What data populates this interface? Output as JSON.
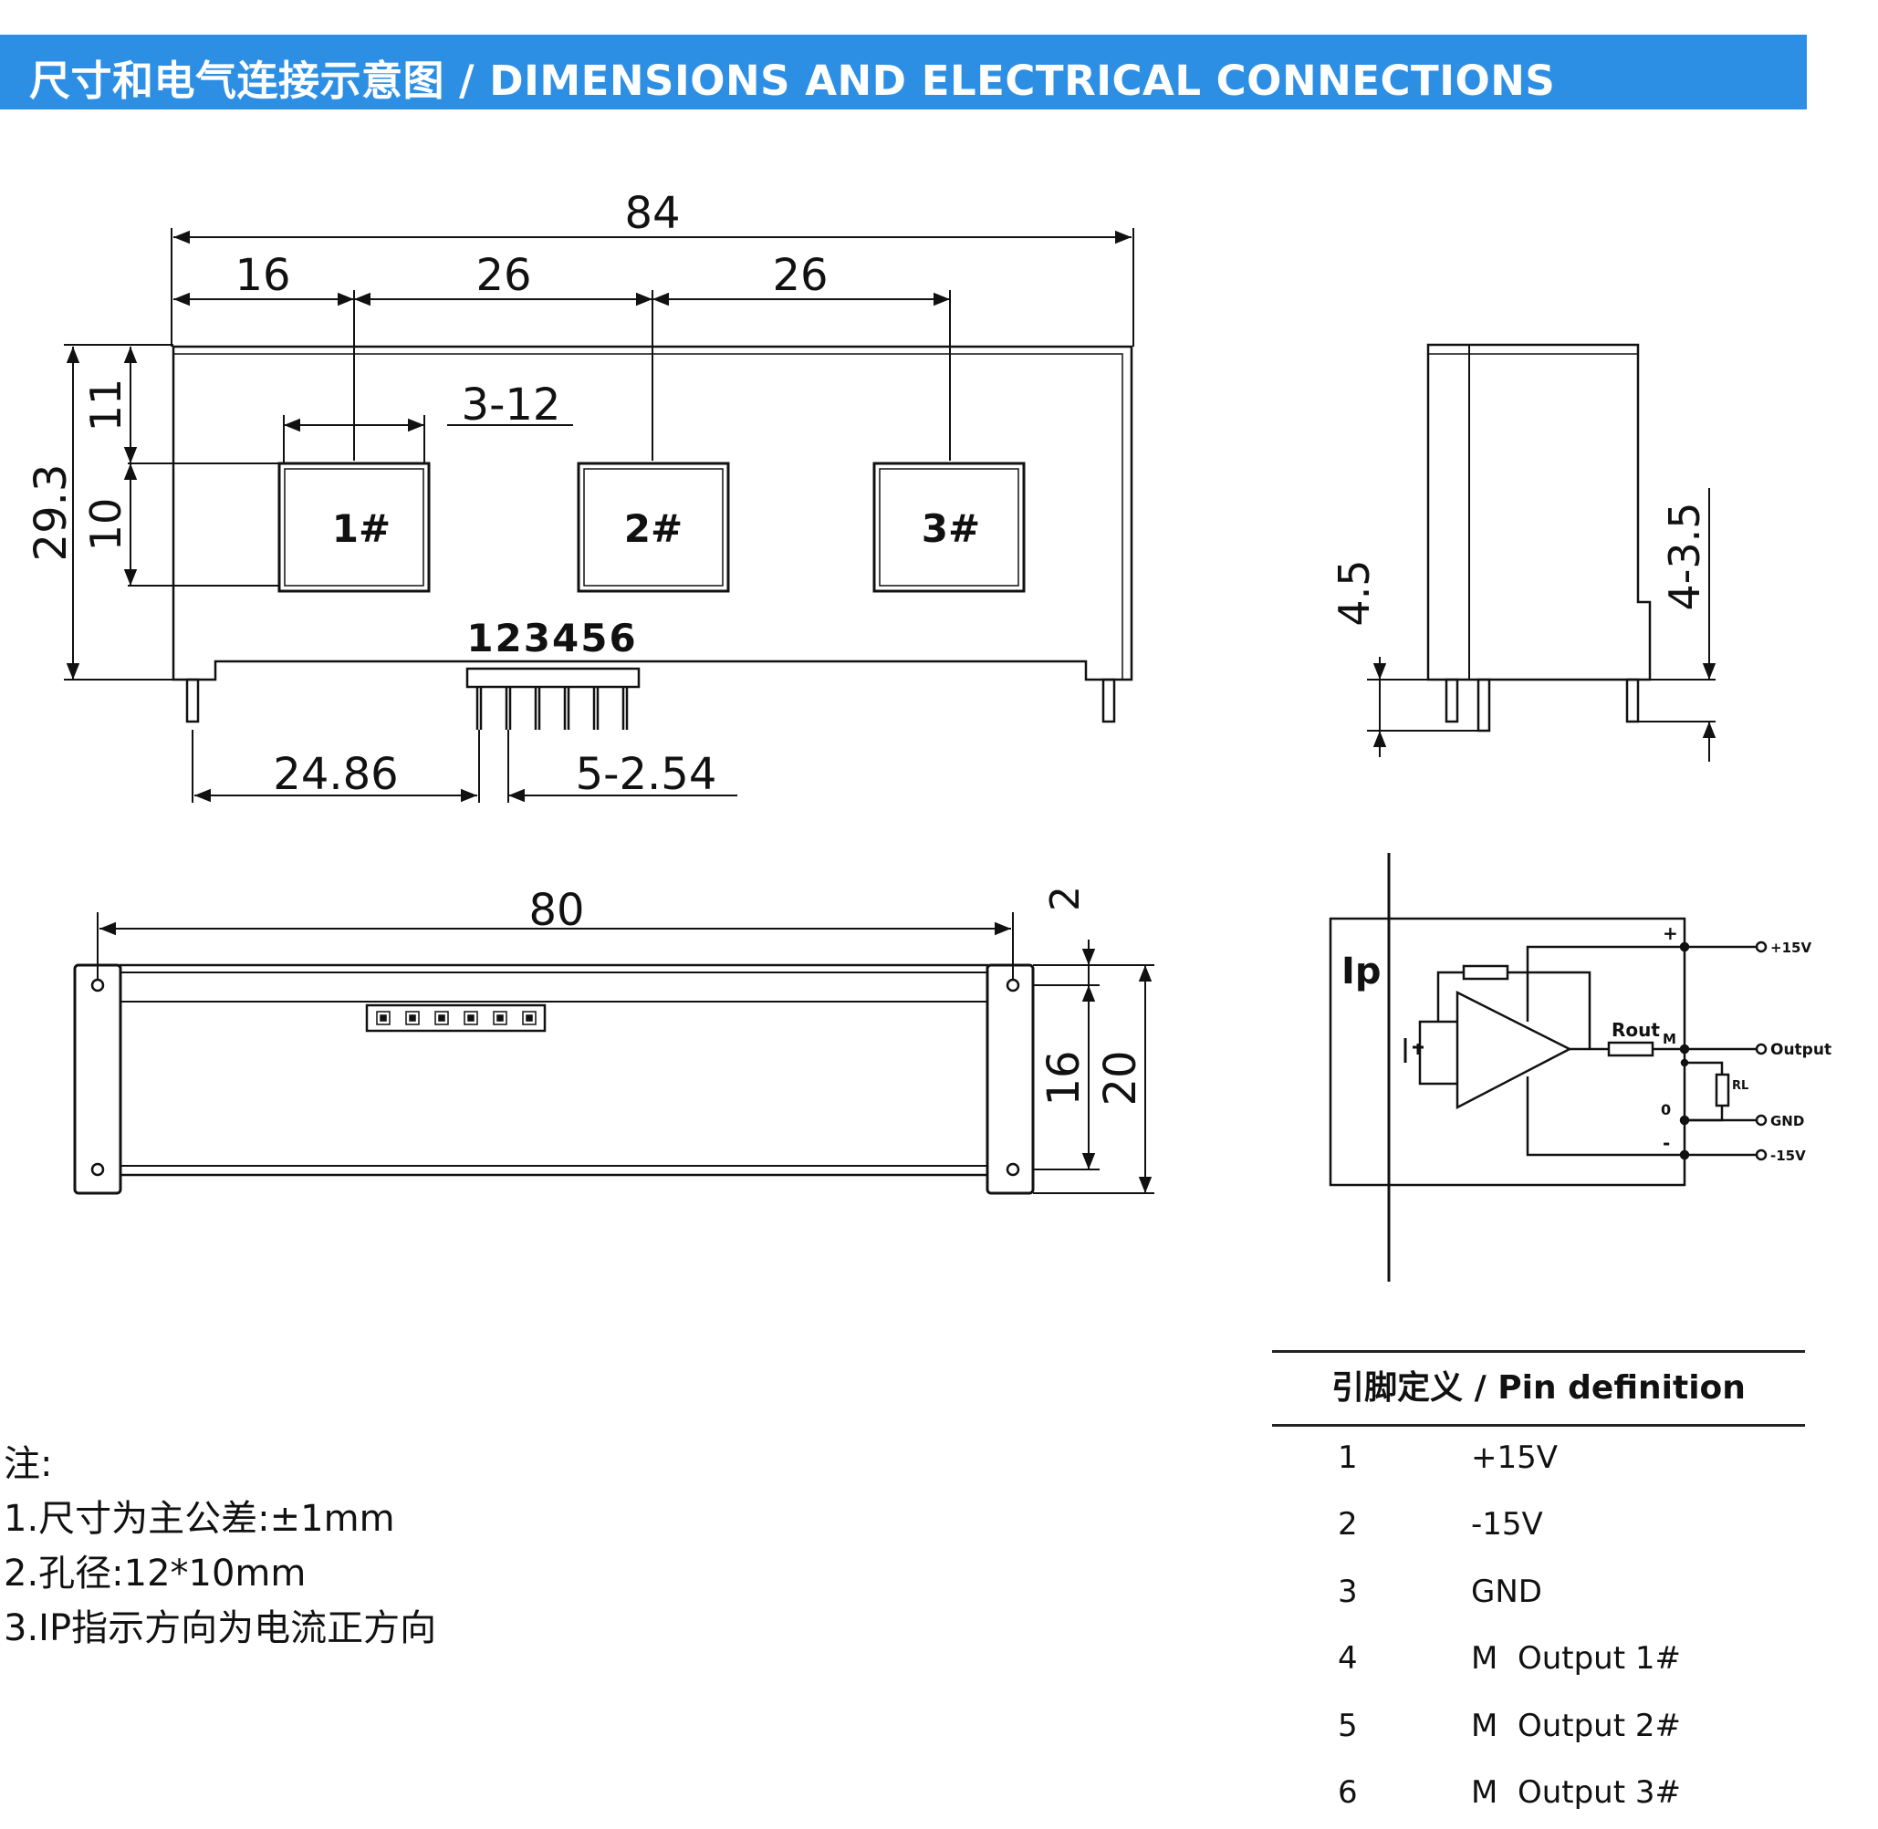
{
  "header": {
    "title": "尺寸和电气连接示意图 / DIMENSIONS AND ELECTRICAL CONNECTIONS"
  },
  "front_view": {
    "dim_overall": "84",
    "dim_seg1": "16",
    "dim_seg2": "26",
    "dim_seg3": "26",
    "dim_hole": "3-12",
    "dim_height": "29.3",
    "dim_top": "11",
    "dim_hole_h": "10",
    "hole_labels": [
      "1#",
      "2#",
      "3#"
    ],
    "pin_numbers": "123456",
    "dim_pin_offset": "24.86",
    "dim_pin_pitch": "5-2.54"
  },
  "side_view": {
    "dim_left": "4.5",
    "dim_right": "4-3.5"
  },
  "bottom_view": {
    "dim_width": "80",
    "dim_small": "2",
    "dim_inner": "16",
    "dim_outer": "20"
  },
  "circuit": {
    "ip_label": "Ip",
    "plus": "+",
    "minus": "-",
    "m": "M",
    "zero": "0",
    "rout": "Rout",
    "rl": "RL",
    "terminals": [
      "+15V",
      "Output",
      "GND",
      "-15V"
    ]
  },
  "notes": {
    "heading": "注:",
    "items": [
      "1.尺寸为主公差:±1mm",
      "2.孔径:12*10mm",
      "3.IP指示方向为电流正方向"
    ]
  },
  "pin_definition": {
    "title": "引脚定义 / Pin definition",
    "rows": [
      {
        "pin": "1",
        "func": "+15V"
      },
      {
        "pin": "2",
        "func": "-15V"
      },
      {
        "pin": "3",
        "func": "GND"
      },
      {
        "pin": "4",
        "func": "M  Output 1#"
      },
      {
        "pin": "5",
        "func": "M  Output 2#"
      },
      {
        "pin": "6",
        "func": "M  Output 3#"
      }
    ]
  }
}
